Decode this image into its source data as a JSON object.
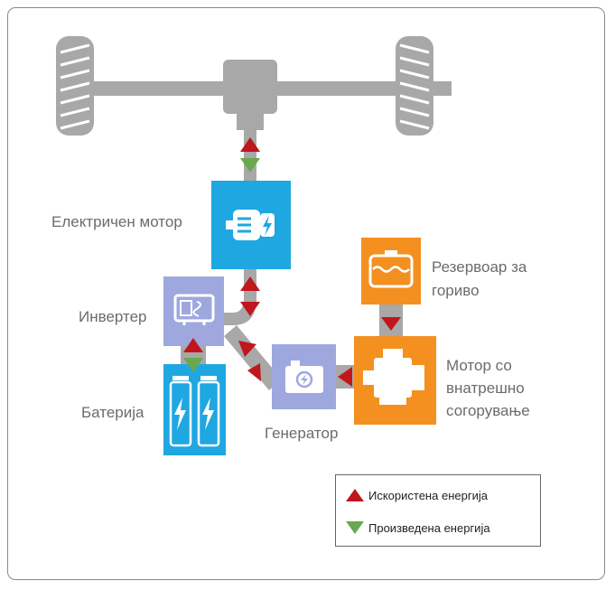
{
  "labels": {
    "electric_motor": "Електричен мотор",
    "inverter": "Инвертер",
    "battery": "Батерија",
    "generator": "Генератор",
    "fuel_tank_line1": "Резервоар за",
    "fuel_tank_line2": "гориво",
    "engine_line1": "Мотор со",
    "engine_line2": "внатрешно",
    "engine_line3": "согорување"
  },
  "legend": {
    "used": "Искористена енергија",
    "produced": "Произведена енергија"
  },
  "colors": {
    "used_energy": "#c0161c",
    "produced_energy": "#6aa84f",
    "electric_blue": "#1fa7e1",
    "inverter_lavender": "#9ea8de",
    "engine_orange": "#f39020",
    "drivetrain_gray": "#a8a8a8"
  }
}
